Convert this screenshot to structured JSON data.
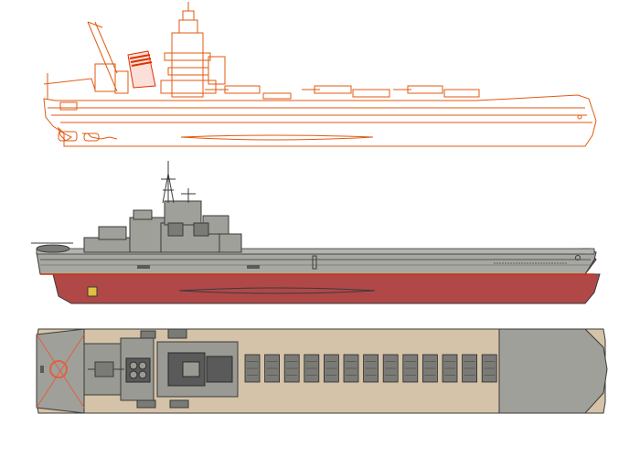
{
  "palette": {
    "background": "#ffffff",
    "line_art": "#e05a10",
    "line_art_accent": "#e03000",
    "hull_gray": "#a8a8a2",
    "hull_outline": "#3a3a3a",
    "hull_red": "#b04848",
    "deck_tan": "#d4c3a8",
    "deck_gray": "#a0a09a",
    "panel_dark": "#5a5a5a",
    "helipad_ring": "#e06040",
    "waterline": "#cc3000"
  },
  "views": [
    {
      "name": "line-art-side-profile",
      "style": "orange outline"
    },
    {
      "name": "colored-side-profile",
      "style": "gray superstructure, red lower hull"
    },
    {
      "name": "top-down-deck-plan",
      "style": "tan flight deck with gray ends"
    }
  ],
  "deck_plan": {
    "elevator_panel_count": 13,
    "helipad_icon": "helipad-icon"
  }
}
